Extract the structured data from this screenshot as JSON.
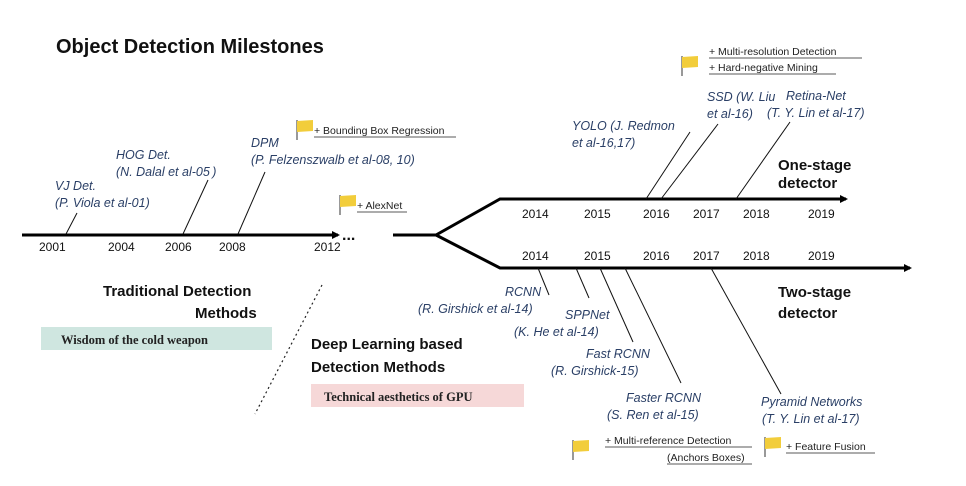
{
  "title": "Object Detection Milestones",
  "traditional": {
    "years": [
      "2001",
      "2004",
      "2006",
      "2008",
      "2012"
    ],
    "ellipsis": "...",
    "label_line1": "Traditional Detection",
    "label_line2": "Methods",
    "badge": "Wisdom of the cold weapon",
    "methods": [
      {
        "name": "VJ Det.",
        "authors": "(P. Viola et al-01)"
      },
      {
        "name": "HOG Det.",
        "authors": "(N. Dalal et al-05 )"
      },
      {
        "name": "DPM",
        "authors": "(P. Felzenszwalb et al-08, 10)"
      }
    ]
  },
  "deep_learning": {
    "label_line1": "Deep Learning based",
    "label_line2": "Detection Methods",
    "badge": "Technical aesthetics of GPU"
  },
  "one_stage": {
    "label_line1": "One-stage",
    "label_line2": "detector",
    "years": [
      "2014",
      "2015",
      "2016",
      "2017",
      "2018",
      "2019"
    ],
    "methods": [
      {
        "name": "YOLO (J. Redmon",
        "authors": "et al-16,17)"
      },
      {
        "name": "SSD (W. Liu",
        "authors": "et al-16)"
      },
      {
        "name": "Retina-Net",
        "authors": "(T. Y. Lin et al-17)"
      }
    ]
  },
  "two_stage": {
    "label_line1": "Two-stage",
    "label_line2": "detector",
    "years": [
      "2014",
      "2015",
      "2016",
      "2017",
      "2018",
      "2019"
    ],
    "methods": [
      {
        "name": "RCNN",
        "authors": "(R. Girshick et al-14)"
      },
      {
        "name": "SPPNet",
        "authors": "(K. He et al-14)"
      },
      {
        "name": "Fast RCNN",
        "authors": "(R. Girshick-15)"
      },
      {
        "name": "Faster RCNN",
        "authors": "(S. Ren et al-15)"
      },
      {
        "name": "Pyramid Networks",
        "authors": "(T. Y. Lin et al-17)"
      }
    ]
  },
  "milestones": {
    "bbox_regression": "+ Bounding Box Regression",
    "alexnet": "+ AlexNet",
    "multi_resolution": "+ Multi-resolution Detection",
    "hard_negative": "+ Hard-negative Mining",
    "multi_reference": "+ Multi-reference Detection",
    "anchors": "(Anchors Boxes)",
    "feature_fusion": "+ Feature Fusion"
  },
  "colors": {
    "axis": "#000000",
    "method_text": "#2a3f66",
    "flag": "#f2cd3b",
    "badge_traditional": "#cfe6e0",
    "badge_deep": "#f6d8d8"
  }
}
